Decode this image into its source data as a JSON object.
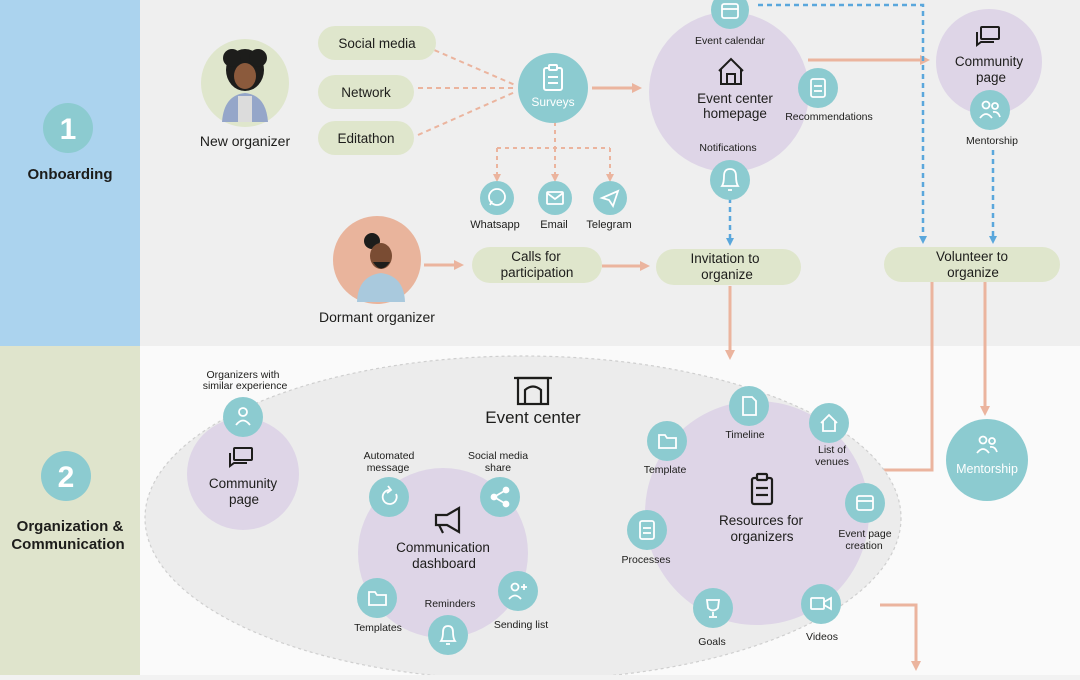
{
  "colors": {
    "band_onboarding": "#abd3ee",
    "band_org": "#dfe4cc",
    "pill": "#dfe6cc",
    "teal": "#8ccbd0",
    "lavender": "#ded5e7",
    "orange_arrow": "#ebb49e",
    "blue_dash": "#5aa7dc",
    "oval_fill": "#ececec"
  },
  "stages": [
    {
      "number": "1",
      "label": "Onboarding"
    },
    {
      "number": "2",
      "label_line1": "Organization &",
      "label_line2": "Communication"
    }
  ],
  "onboarding": {
    "new_organizer": "New organizer",
    "dormant_organizer": "Dormant organizer",
    "channels": [
      "Social media",
      "Network",
      "Editathon"
    ],
    "surveys": "Surveys",
    "messaging": [
      "Whatsapp",
      "Email",
      "Telegram"
    ],
    "calls_line1": "Calls for",
    "calls_line2": "participation",
    "invitation_line1": "Invitation to",
    "invitation_line2": "organize",
    "event_center_homepage_line1": "Event center",
    "event_center_homepage_line2": "homepage",
    "event_calendar": "Event calendar",
    "recommendations": "Recommendations",
    "notifications": "Notifications",
    "community_page_line1": "Community",
    "community_page_line2": "page",
    "mentorship_small": "Mentorship",
    "volunteer_line1": "Volunteer to",
    "volunteer_line2": "organize"
  },
  "organization": {
    "event_center": "Event center",
    "similar_line1": "Organizers with",
    "similar_line2": "similar experience",
    "community_page_line1": "Community",
    "community_page_line2": "page",
    "dashboard_line1": "Communication",
    "dashboard_line2": "dashboard",
    "automated_line1": "Automated",
    "automated_line2": "message",
    "social_share_line1": "Social media",
    "social_share_line2": "share",
    "reminders": "Reminders",
    "templates": "Templates",
    "sending_list": "Sending list",
    "resources_line1": "Resources for",
    "resources_line2": "organizers",
    "timeline": "Timeline",
    "template": "Template",
    "venues_line1": "List of",
    "venues_line2": "venues",
    "event_page_line1": "Event page",
    "event_page_line2": "creation",
    "processes": "Processes",
    "goals": "Goals",
    "videos": "Videos",
    "mentorship": "Mentorship"
  }
}
